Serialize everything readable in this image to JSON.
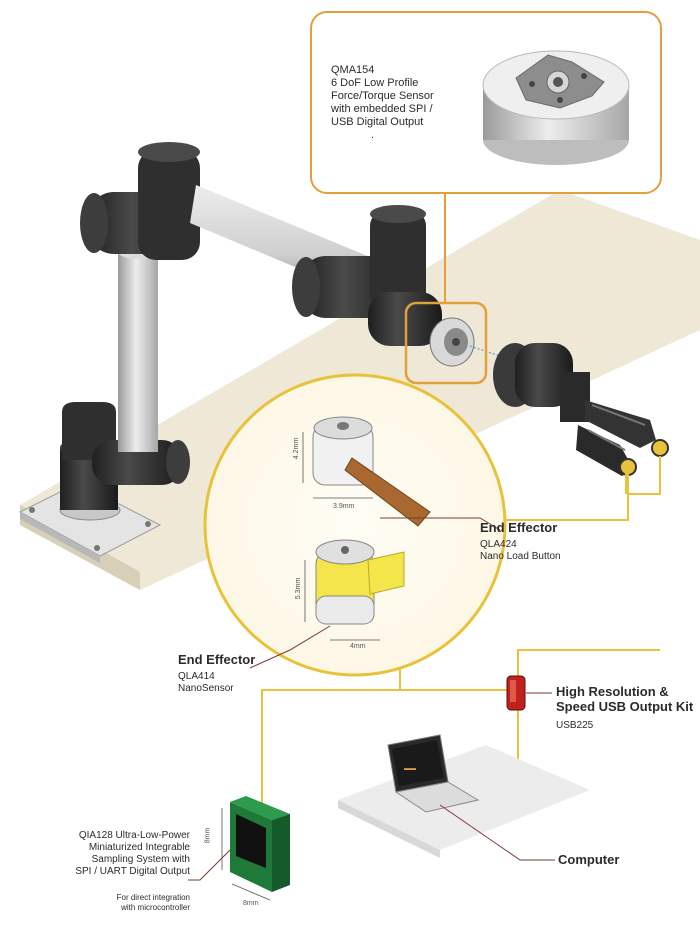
{
  "callout_top": {
    "model": "QMA154",
    "lines": [
      "6 DoF Low Profile",
      "Force/Torque Sensor",
      "with embedded SPI /",
      "USB Digital Output"
    ],
    "dot": "."
  },
  "end_effector_1": {
    "heading": "End Effector",
    "model": "QLA424",
    "desc": "Nano Load Button",
    "dim_height": "4.2mm",
    "dim_width": "3.9mm"
  },
  "end_effector_2": {
    "heading": "End Effector",
    "model": "QLA414",
    "desc": "NanoSensor",
    "dim_height": "5.3mm",
    "dim_width": "4mm"
  },
  "usb_kit": {
    "lines": [
      "High Resolution &",
      "Speed USB Output Kit"
    ],
    "model": "USB225"
  },
  "computer": {
    "label": "Computer"
  },
  "sampling": {
    "lines": [
      "QIA128 Ultra-Low-Power",
      "Miniaturized Integrable",
      "Sampling System with",
      "SPI / UART Digital Output"
    ],
    "note_lines": [
      "For direct integration",
      "with microcontroller"
    ],
    "dim_height": "8mm",
    "dim_width": "8mm"
  },
  "colors": {
    "accent": "#e2a03c",
    "wire": "#e8c23a",
    "robot_black": "#2f2f2f",
    "robot_silver": "#c9c9c9",
    "sensor_yellow": "#f3e34a",
    "copper": "#a8682f",
    "pcb_green": "#1f7a3a",
    "usb_red": "#c0201e"
  }
}
